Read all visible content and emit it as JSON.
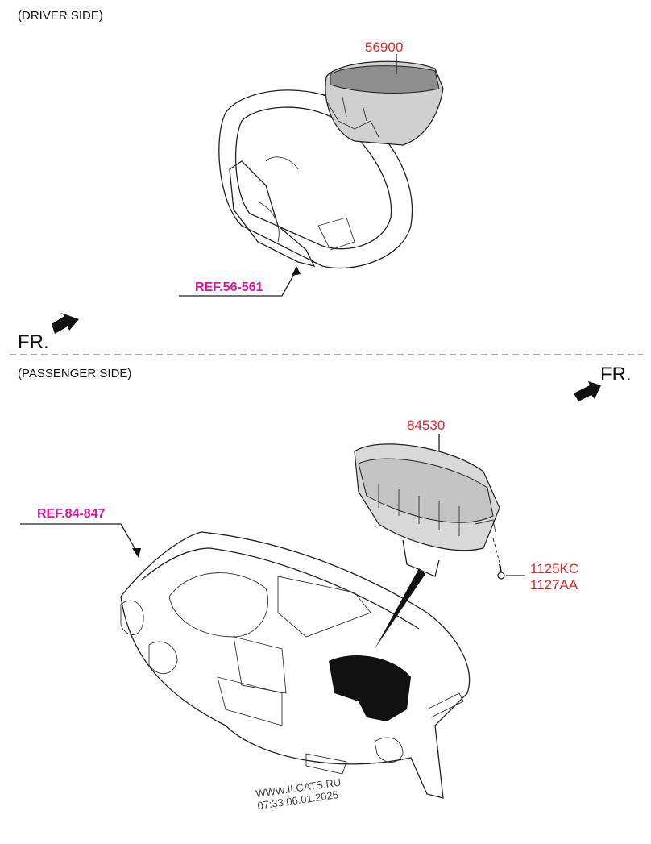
{
  "sections": {
    "driver": "(DRIVER SIDE)",
    "passenger": "(PASSENGER SIDE)"
  },
  "parts": {
    "driver_airbag": "56900",
    "passenger_airbag": "84530",
    "bolt_1": "1125KC",
    "bolt_2": "1127AA"
  },
  "references": {
    "steering_wheel": "REF.56-561",
    "crash_pad": "REF.84-847"
  },
  "direction": {
    "driver_fr": "FR.",
    "passenger_fr": "FR."
  },
  "watermark": {
    "site": "WWW.ILCATS.RU",
    "timestamp": "07:33 06.01.2026"
  },
  "colors": {
    "part_number": "#e3262a",
    "reference": "#e0139a"
  }
}
